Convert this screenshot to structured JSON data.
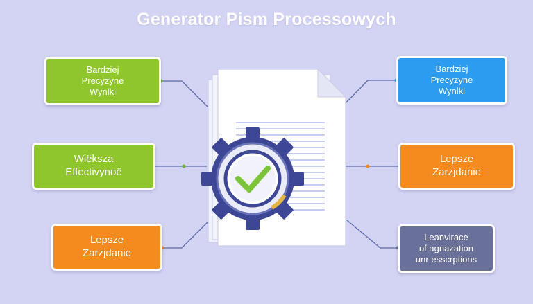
{
  "title": "Generator Pism Processowych",
  "colors": {
    "background": "#d3d3f3",
    "green": "#8ec62b",
    "blue": "#2b9cf0",
    "orange": "#f58a1f",
    "slate": "#69719a",
    "gear": "#3d4796",
    "check": "#7cc53a",
    "connector": "#5a6aa8"
  },
  "boxes": {
    "top_left": [
      "Bardziej",
      "Precyzyne",
      "Wynlki"
    ],
    "middle_left": [
      "Wiëksza",
      "Effectivynoë"
    ],
    "bottom_left": [
      "Lepsze",
      "Zarzjdanie"
    ],
    "top_right": [
      "Bardziej",
      "Precyzyne",
      "Wynlki"
    ],
    "middle_right": [
      "Lepsze",
      "Zarzjdanie"
    ],
    "bottom_right": [
      "Leanvirace",
      "of agnazation",
      "unr esscrptions"
    ]
  },
  "icons": {
    "center": "gear-with-checkmark-icon",
    "document": "document-icon"
  }
}
